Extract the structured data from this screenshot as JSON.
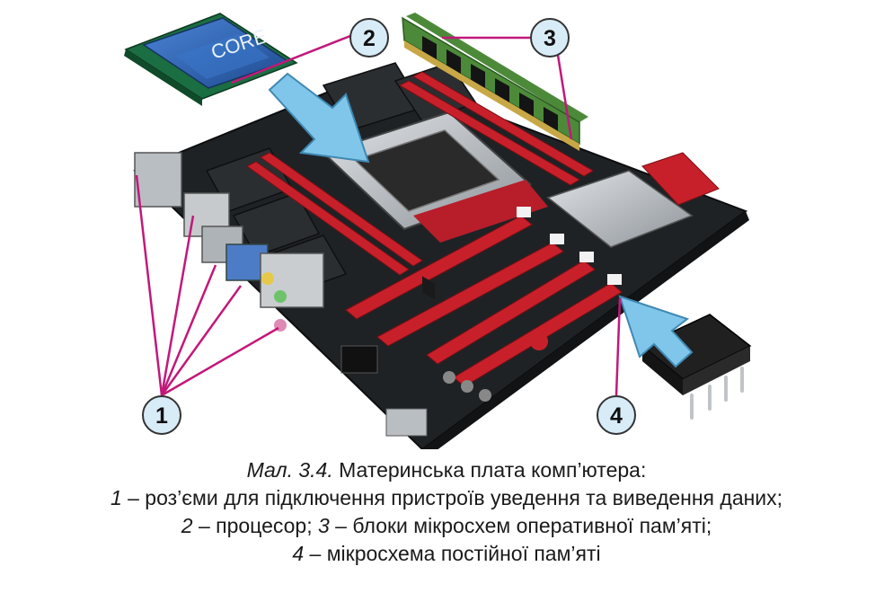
{
  "callouts": {
    "c1": "1",
    "c2": "2",
    "c3": "3",
    "c4": "4"
  },
  "cpu": {
    "label": "CORE"
  },
  "caption": {
    "figure_ref": "Мал. 3.4.",
    "title": " Материнська плата комп’ютера:",
    "item1_num": "1",
    "item1_text": " – роз’єми для підключення пристроїв уведення та виведення даних;",
    "item2_num": "2",
    "item2_text": " – процесор; ",
    "item3_num": "3",
    "item3_text": " – блоки мікросхем оперативної пам’яті;",
    "item4_num": "4",
    "item4_text": " – мікросхема постійної пам’яті"
  },
  "colors": {
    "callout_fill": "#d8ecf8",
    "callout_stroke": "#333333",
    "leader_line": "#c2187a",
    "arrow_fill": "#7fc6ea",
    "board": "#1f2225",
    "slot_red": "#c8202a",
    "ram_green": "#4c8a3a",
    "cpu_blue": "#2f63b5"
  }
}
